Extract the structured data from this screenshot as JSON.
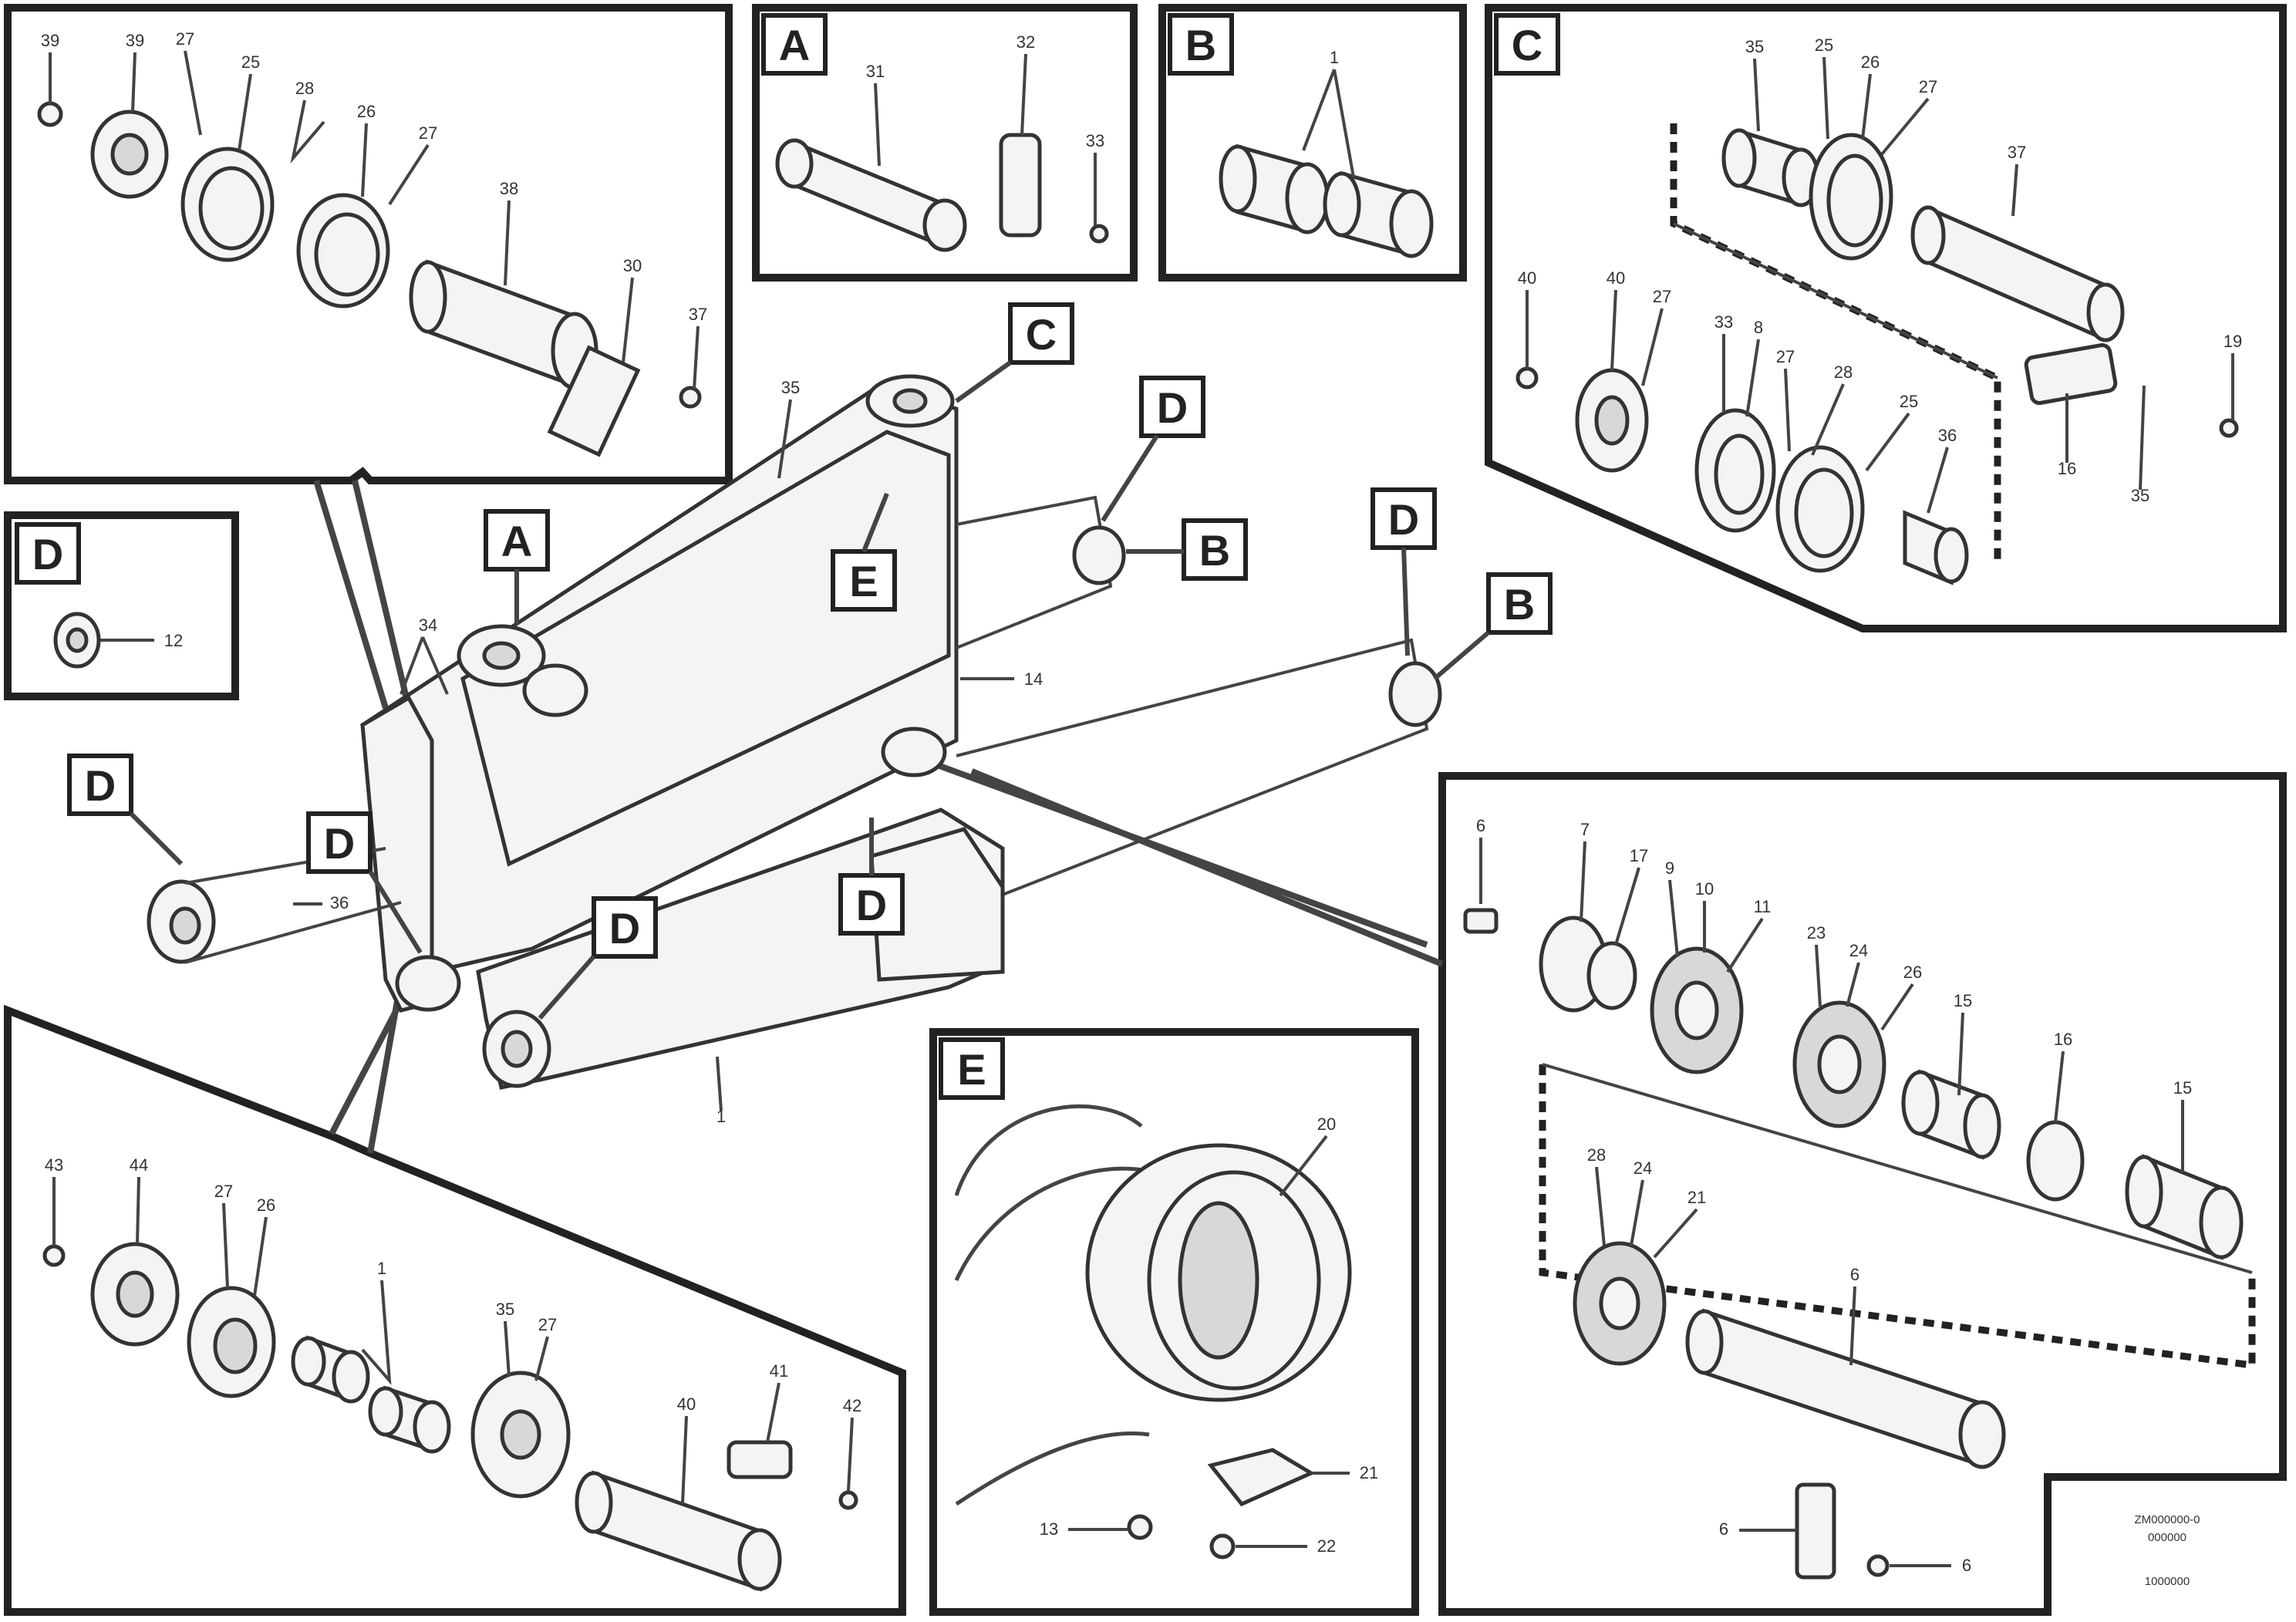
{
  "labels": {
    "view_A": "A",
    "view_B": "B",
    "view_C": "C",
    "view_D": "D",
    "view_E": "E",
    "main_A": "A",
    "main_B1": "B",
    "main_B2": "B",
    "main_C": "C",
    "main_D1": "D",
    "main_D2": "D",
    "main_D3": "D",
    "main_D4": "D",
    "main_D5": "D",
    "main_D6": "D",
    "main_E": "E"
  },
  "part_numbers": {
    "tl": [
      "39",
      "39",
      "27",
      "25",
      "28",
      "26",
      "27",
      "38",
      "30",
      "37"
    ],
    "a": [
      "31",
      "32",
      "33"
    ],
    "b": [
      "1"
    ],
    "c": [
      "35",
      "25",
      "26",
      "27",
      "37",
      "40",
      "40",
      "27",
      "33",
      "8",
      "27",
      "28",
      "25",
      "36",
      "19",
      "16",
      "35"
    ],
    "d": [
      "12"
    ],
    "main": [
      "35",
      "34",
      "14",
      "1",
      "36"
    ],
    "r": [
      "6",
      "7",
      "17",
      "9",
      "10",
      "11",
      "23",
      "24",
      "26",
      "15",
      "16",
      "15",
      "28",
      "24",
      "21",
      "6",
      "6",
      "6"
    ],
    "bl": [
      "43",
      "44",
      "27",
      "26",
      "1",
      "35",
      "27",
      "40",
      "41",
      "42"
    ],
    "e": [
      "20",
      "21",
      "13",
      "22"
    ]
  },
  "footer": {
    "code_line1": "ZM000000-0",
    "code_line2": "000000",
    "code_line3": "1000000"
  }
}
